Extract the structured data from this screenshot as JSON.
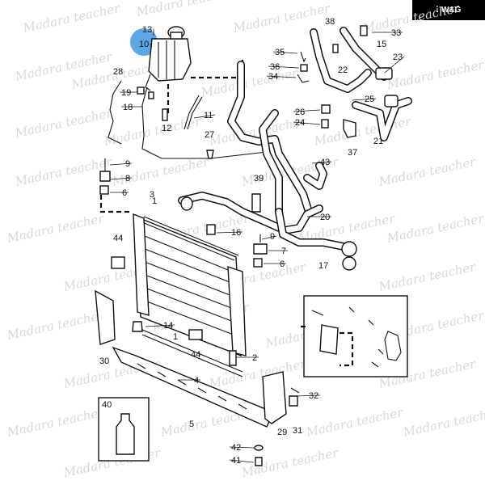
{
  "brand": {
    "text": "W&G",
    "icon": "wg-logo-icon"
  },
  "watermark": "Madara teacher",
  "highlight": {
    "label": "10",
    "color": "#5aa9e6"
  },
  "labels": [
    "13",
    "10",
    "28",
    "19",
    "18",
    "12",
    "11",
    "27",
    "9",
    "8",
    "6",
    "3",
    "1",
    "44",
    "16",
    "9",
    "7",
    "6",
    "14",
    "1",
    "44",
    "2",
    "4",
    "5",
    "30",
    "29",
    "31",
    "32",
    "40",
    "42",
    "41",
    "35",
    "36",
    "34",
    "26",
    "24",
    "37",
    "43",
    "39",
    "20",
    "17",
    "38",
    "33",
    "15",
    "23",
    "22",
    "25",
    "21"
  ],
  "colors": {
    "ink": "#111111",
    "watermark": "#d9d9d9"
  }
}
